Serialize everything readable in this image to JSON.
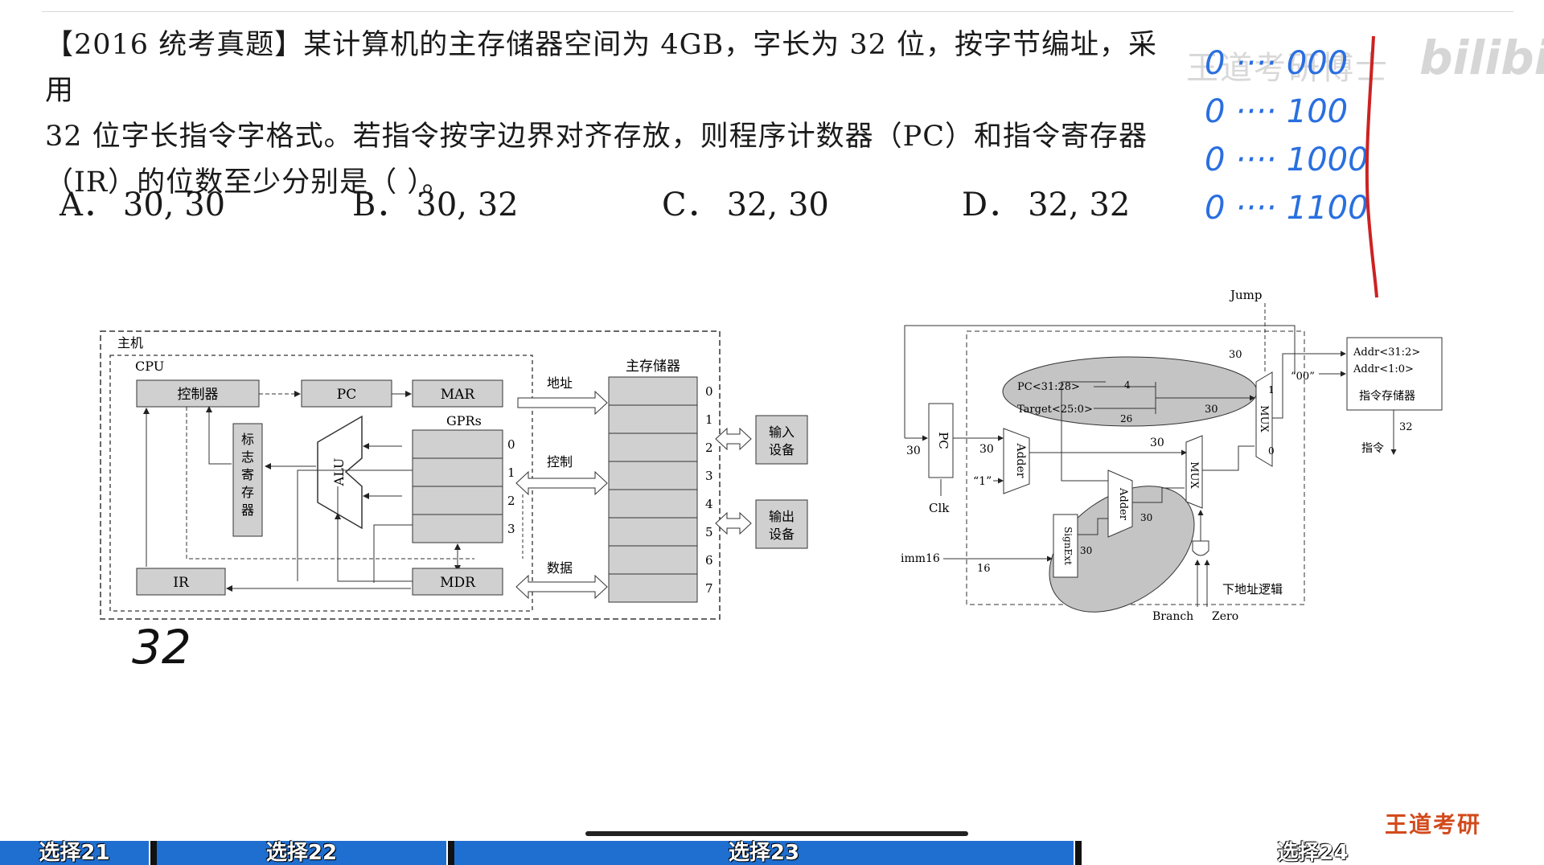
{
  "question": {
    "line1": "【2016 统考真题】某计算机的主存储器空间为 4GB，字长为 32 位，按字节编址，采用",
    "line2": "32 位字长指令字格式。若指令按字边界对齐存放，则程序计数器（PC）和指令寄存器",
    "line3": "（IR）的位数至少分别是（  ）。"
  },
  "options": [
    {
      "letter": "A．",
      "value": "30, 30"
    },
    {
      "letter": "B．",
      "value": "30, 32"
    },
    {
      "letter": "C．",
      "value": "32, 30"
    },
    {
      "letter": "D．",
      "value": "32, 32"
    }
  ],
  "watermark": {
    "text": "王道考研博士",
    "logo": "bilibili"
  },
  "diagram_left": {
    "host": "主机",
    "cpu": "CPU",
    "controller": "控制器",
    "pc": "PC",
    "mar": "MAR",
    "gprs": "GPRs",
    "alu": "ALU",
    "flags": [
      "标",
      "志",
      "寄",
      "存",
      "器"
    ],
    "ir": "IR",
    "mdr": "MDR",
    "memory": "主存储器",
    "bus_address": "地址",
    "bus_control": "控制",
    "bus_data": "数据",
    "input_device": [
      "输入",
      "设备"
    ],
    "output_device": [
      "输出",
      "设备"
    ],
    "gpr_indices": [
      "0",
      "1",
      "2",
      "3"
    ],
    "mem_indices": [
      "0",
      "1",
      "2",
      "3",
      "4",
      "5",
      "6",
      "7"
    ]
  },
  "diagram_right": {
    "jump": "Jump",
    "addr_hi": "Addr<31:2>",
    "addr_lo": "Addr<1:0>",
    "imem": "指令存储器",
    "zeros": "“00”",
    "instr": "指令",
    "pc": "PC",
    "clk": "Clk",
    "adder": "Adder",
    "one": "“1”",
    "imm16": "imm16",
    "signext": "SignExt",
    "mux": "MUX",
    "pc_hi": "PC<31:28>",
    "target": "Target<25:0>",
    "next_addr": "下地址逻辑",
    "branch": "Branch",
    "zero": "Zero",
    "widths": [
      "30",
      "30",
      "30",
      "30",
      "30",
      "30",
      "30",
      "4",
      "26",
      "16",
      "32"
    ],
    "mux_in": [
      "0",
      "1"
    ]
  },
  "handwriting": {
    "ir_note": "32",
    "binary_rows": [
      "0 ···· 000",
      "0 ···· 100",
      "0 ···· 1000",
      "0 ···· 1100"
    ]
  },
  "brand": "王道考研",
  "chapters": [
    {
      "label": "选择21"
    },
    {
      "label": "选择22"
    },
    {
      "label": "选择23"
    },
    {
      "label": "选择24"
    }
  ],
  "colors": {
    "chapter_bar": "#1f6fd1",
    "brand": "#d24a1c",
    "pen_blue": "#2a6fe0",
    "pen_red": "#cc2222",
    "box_fill": "#d0d0d0"
  }
}
